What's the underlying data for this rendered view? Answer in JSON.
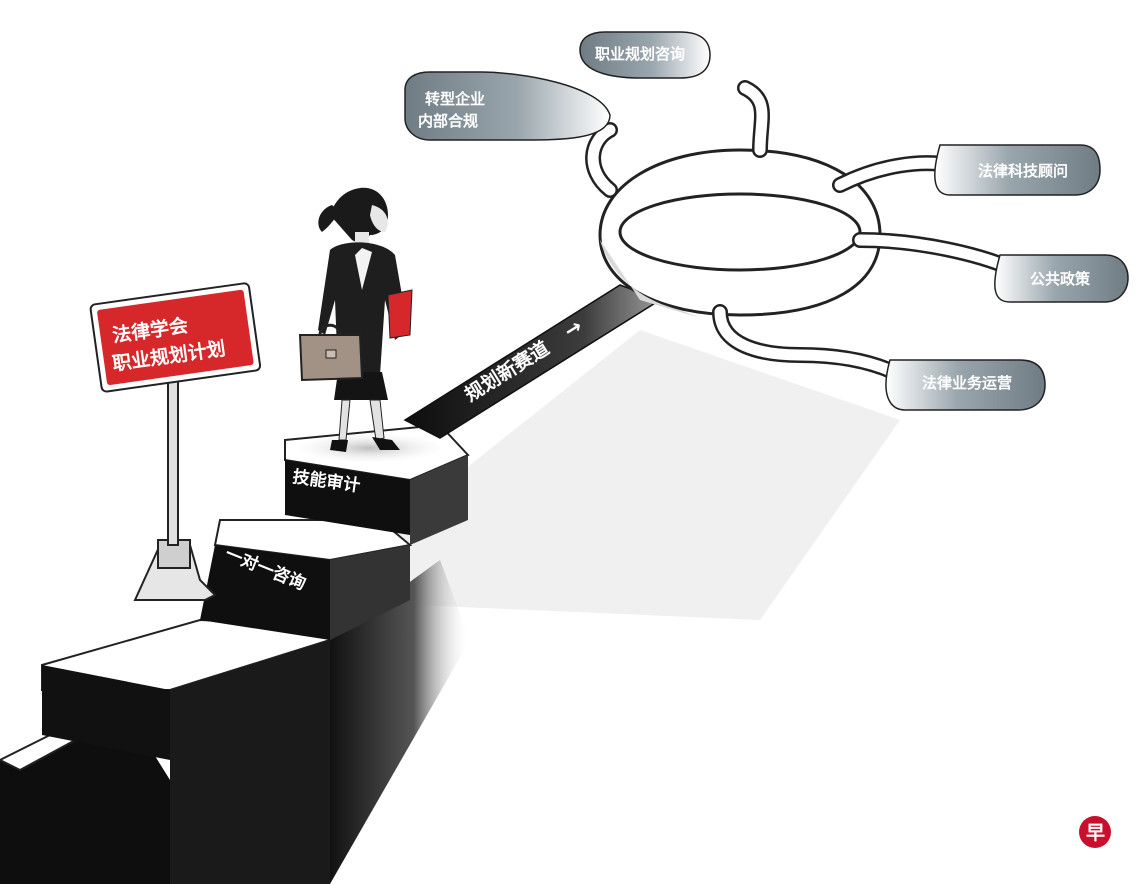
{
  "sign": {
    "line1": "法律学会",
    "line2": "职业规划计划",
    "color": "#d6282b"
  },
  "steps": {
    "step1": "一对一咨询",
    "step2": "技能审计"
  },
  "road": {
    "label": "规划新赛道",
    "arrow": "→"
  },
  "bubbles": {
    "career_consult": "职业规划咨询",
    "transform_line1": "转型企业",
    "transform_line2": "内部合规",
    "legaltech": "法律科技顾问",
    "public_policy": "公共政策",
    "legal_ops": "法律业务运营"
  },
  "logo": {
    "glyph": "早",
    "color": "#c8102e"
  }
}
